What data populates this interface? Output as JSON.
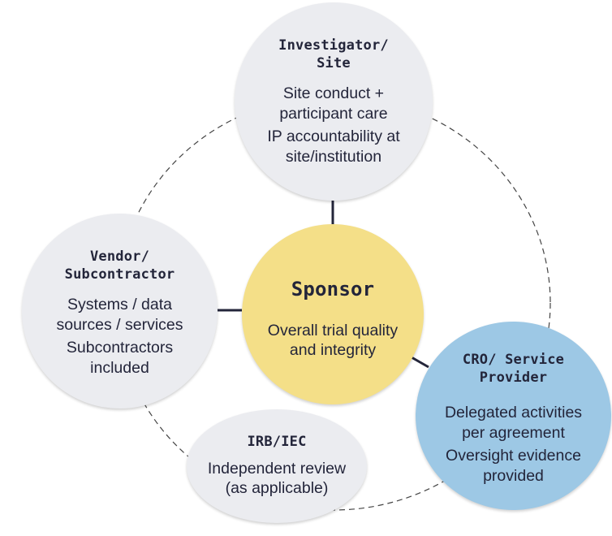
{
  "diagram": {
    "type": "stakeholder-relationship",
    "colors": {
      "peripheral_fill": "#ebecf0",
      "sponsor_fill": "#f4df88",
      "cro_fill": "#9dc8e5",
      "text": "#23253a",
      "connector": "#23253a",
      "ring": "#444444"
    },
    "nodes": {
      "investigator": {
        "title": "Investigator/\nSite",
        "desc1": "Site conduct +\nparticipant care",
        "desc2": "IP accountability at\nsite/institution"
      },
      "sponsor": {
        "title": "Sponsor",
        "desc1": "Overall trial quality\nand integrity"
      },
      "vendor": {
        "title": "Vendor/\nSubcontractor",
        "desc1": "Systems / data\nsources / services",
        "desc2": "Subcontractors\nincluded"
      },
      "cro": {
        "title": "CRO/ Service\nProvider",
        "desc1": "Delegated activities\nper agreement",
        "desc2": "Oversight evidence\nprovided"
      },
      "irb": {
        "title": "IRB/IEC",
        "desc1": "Independent review\n(as applicable)"
      }
    },
    "connections": [
      {
        "from": "sponsor",
        "to": "investigator",
        "style": "solid"
      },
      {
        "from": "sponsor",
        "to": "vendor",
        "style": "solid"
      },
      {
        "from": "sponsor",
        "to": "cro",
        "style": "solid"
      }
    ],
    "ring": {
      "style": "dashed",
      "encloses": [
        "investigator",
        "vendor",
        "cro",
        "irb"
      ]
    }
  }
}
